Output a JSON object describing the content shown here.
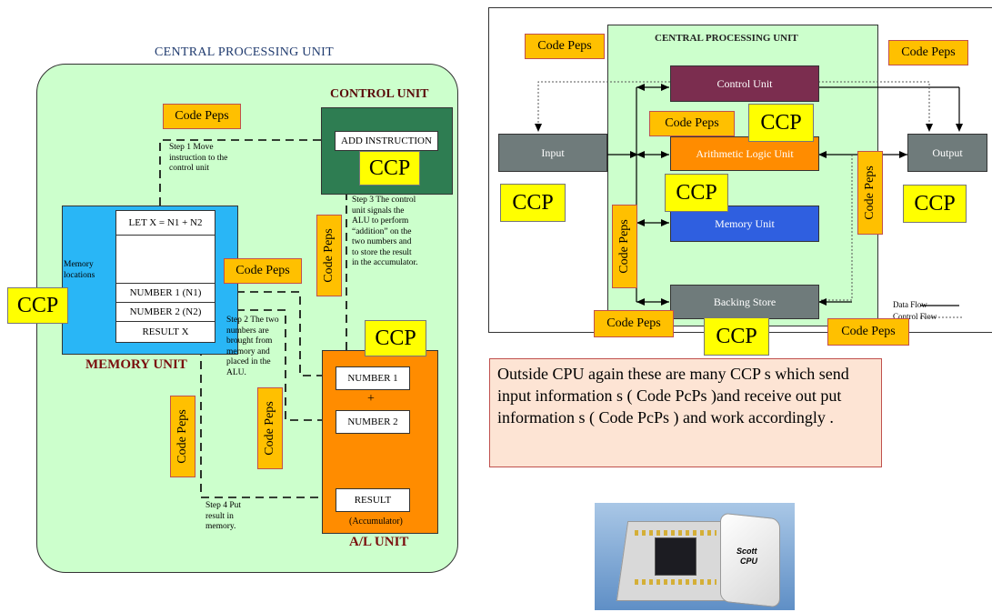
{
  "left": {
    "title": "CENTRAL PROCESSING UNIT",
    "control_unit": {
      "title": "CONTROL UNIT",
      "instruction": "ADD INSTRUCTION"
    },
    "memory_unit": {
      "title": "MEMORY UNIT",
      "side_label": "Memory locations",
      "cells": [
        "LET X = N1 + N2",
        "",
        "NUMBER 1 (N1)",
        "NUMBER 2 (N2)",
        "RESULT X"
      ]
    },
    "al_unit": {
      "title": "A/L UNIT",
      "number1": "NUMBER 1",
      "plus": "+",
      "number2": "NUMBER 2",
      "result": "RESULT",
      "accumulator": "(Accumulator)"
    },
    "steps": {
      "step1": "Step 1 Move instruction to the control unit",
      "step2": "Step 2 The two numbers are brought from memory and placed in the ALU.",
      "step3": "Step 3 The control unit signals the ALU to perform “addition” on the two numbers and to store the result in the accumulator.",
      "step4": "Step 4 Put result in memory."
    }
  },
  "right": {
    "title": "CENTRAL PROCESSING UNIT",
    "control_unit": "Control Unit",
    "alu": "Arithmetic Logic Unit",
    "memory_unit": "Memory Unit",
    "backing_store": "Backing Store",
    "input": "Input",
    "output": "Output",
    "legend": {
      "data_flow": "Data Flow",
      "control_flow": "Control Flow"
    }
  },
  "labels": {
    "code_peps": "Code Peps",
    "ccp": "CCP"
  },
  "caption": "Outside CPU  again  these are many CCP s which send input information s  ( Code PcPs )and receive out put information s  ( Code PcPs )  and work accordingly .",
  "chip": {
    "text_line1": "Scott",
    "text_line2": "CPU"
  },
  "colors": {
    "left_bg": "#ccffcc",
    "control": "#2e7d52",
    "memory": "#29b6f6",
    "al": "#ff8c00",
    "code_peps": "#ffc000",
    "ccp": "#ffff00",
    "right_cpu_bg": "#ccffcc",
    "cu_right": "#7b2d4f",
    "alu_right": "#ff8c00",
    "mem_right": "#2f5fe0",
    "grey": "#6f7b7b",
    "caption_bg": "#fde4d4"
  }
}
